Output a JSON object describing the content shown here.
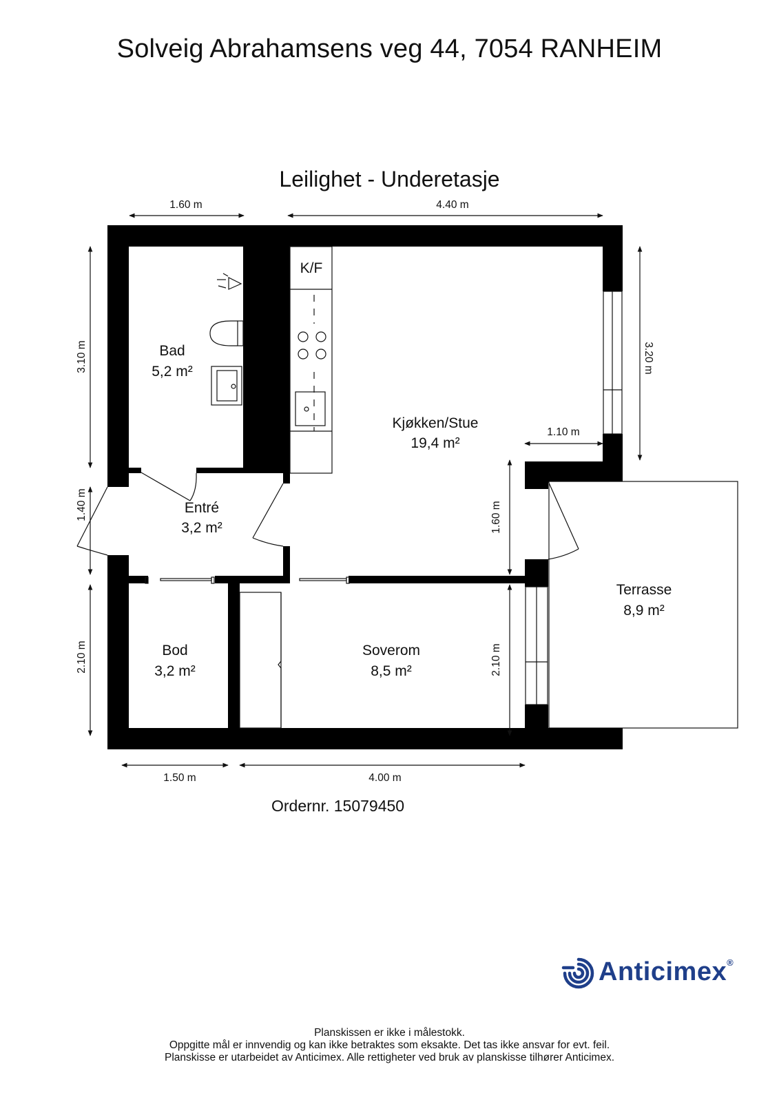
{
  "header": {
    "address": "Solveig Abrahamsens veg 44, 7054 RANHEIM",
    "floor": "Leilighet - Underetasje"
  },
  "rooms": {
    "bad": {
      "name": "Bad",
      "area": "5,2 m²"
    },
    "kjokken": {
      "name": "Kjøkken/Stue",
      "area": "19,4 m²",
      "kf": "K/F"
    },
    "entre": {
      "name": "Entré",
      "area": "3,2 m²"
    },
    "bod": {
      "name": "Bod",
      "area": "3,2 m²"
    },
    "soverom": {
      "name": "Soverom",
      "area": "8,5 m²"
    },
    "terrasse": {
      "name": "Terrasse",
      "area": "8,9 m²"
    }
  },
  "dimensions": {
    "top_left": "1.60 m",
    "top_right": "4.40 m",
    "left_upper": "3.10 m",
    "left_middle": "1.40 m",
    "left_lower": "2.10 m",
    "right_upper": "3.20 m",
    "inner_horizontal": "1.10 m",
    "inner_vertical_upper": "1.60 m",
    "inner_vertical_lower": "2.10 m",
    "bottom_left": "1.50 m",
    "bottom_right": "4.00 m"
  },
  "order": "Ordernr. 15079450",
  "footer": {
    "line1": "Planskissen er ikke i målestokk.",
    "line2": "Oppgitte mål er innvendig og kan ikke betraktes som eksakte. Det tas ikke ansvar for evt. feil.",
    "line3": "Planskisse er utarbeidet av Anticimex. Alle rettigheter ved bruk av planskisse tilhører Anticimex."
  },
  "logo": {
    "text": "Anticimex",
    "registered": "®",
    "color": "#1f3f8a",
    "icon": "anticimex-swirl-icon"
  }
}
